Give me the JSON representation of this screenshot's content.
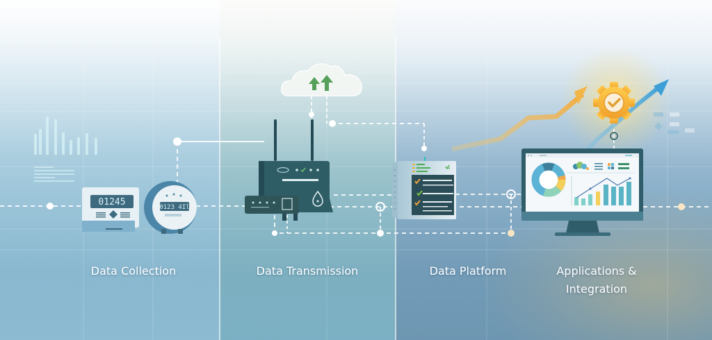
{
  "diagram": {
    "title": "Smart metering data flow",
    "stages": [
      {
        "id": "collection",
        "label": "Data Collection"
      },
      {
        "id": "transmission",
        "label": "Data Transmission"
      },
      {
        "id": "platform",
        "label": "Data Platform"
      },
      {
        "id": "applications",
        "label": "Applications & Integration",
        "label_line1": "Applications &",
        "label_line2": "Integration"
      }
    ],
    "meters": {
      "box_meter_reading": "01245",
      "round_meter_reading": "0123 4Il"
    },
    "icons": {
      "collection": [
        "bar-chart-icon",
        "box-meter-icon",
        "round-meter-icon"
      ],
      "transmission": [
        "cloud-upload-icon",
        "gateway-router-icon",
        "modem-icon"
      ],
      "platform": [
        "server-checklist-icon"
      ],
      "applications": [
        "gear-check-icon",
        "trend-arrow-icon",
        "monitor-dashboard-icon"
      ]
    },
    "colors": {
      "accent_teal": "#2f5d66",
      "accent_gold": "#f2a93b",
      "accent_blue": "#4aa8d8",
      "check_green": "#4caf50",
      "label_text": "#ffffff"
    }
  }
}
